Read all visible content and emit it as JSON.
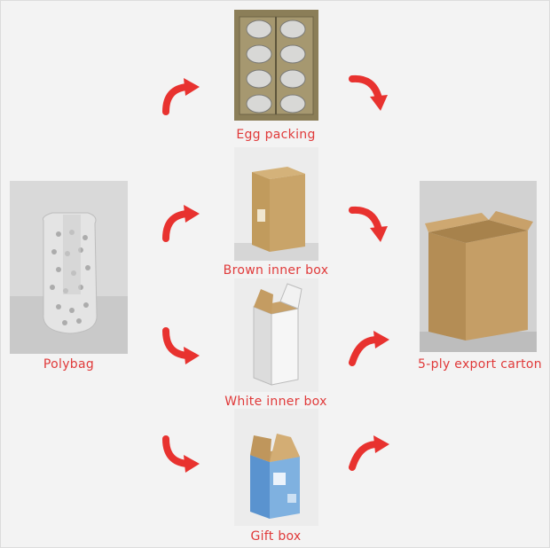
{
  "colors": {
    "arrow": "#e8322f",
    "label": "#e03a3a",
    "background": "#f3f3f3"
  },
  "labels": {
    "egg_packing": "Egg packing",
    "brown_inner_box": "Brown inner box",
    "white_inner_box": "White inner box",
    "gift_box": "Gift box",
    "polybag": "Polybag",
    "export_carton": "5-ply export carton"
  },
  "icons": {
    "arrow": "curved-arrow-icon"
  }
}
